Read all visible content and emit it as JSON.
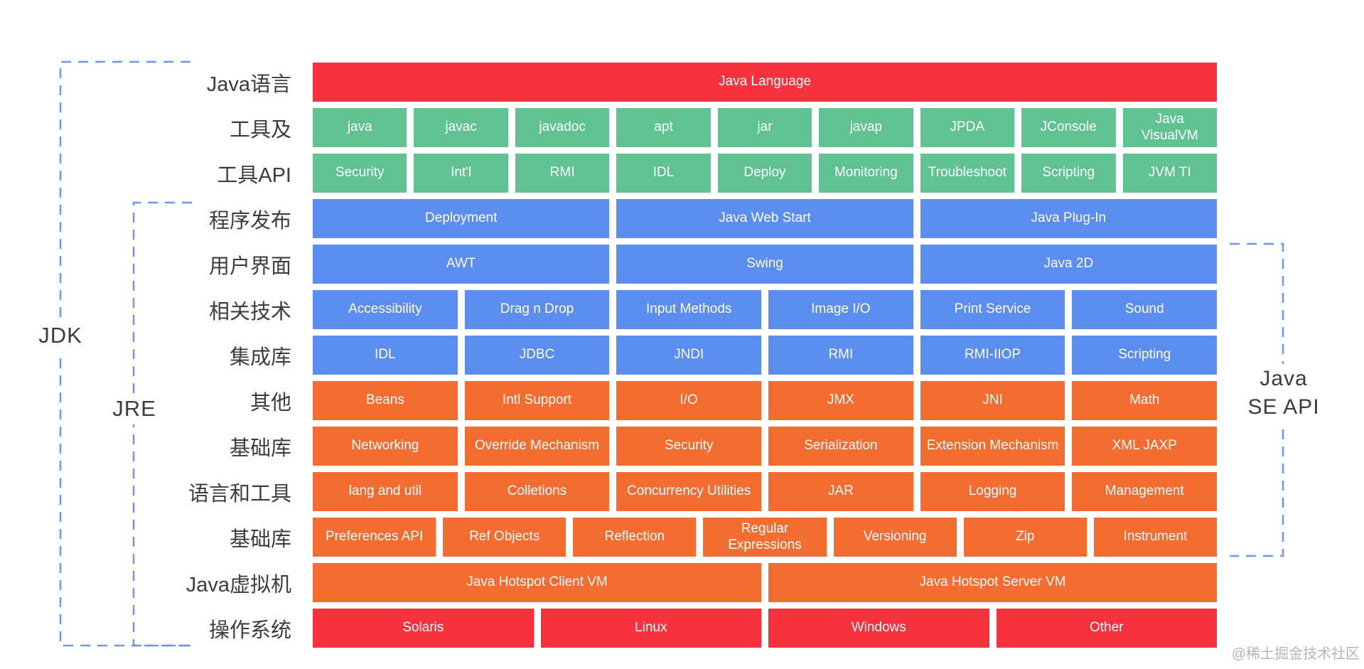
{
  "colors": {
    "red": "#f7323e",
    "green": "#60c291",
    "blue": "#5b8df0",
    "orange": "#f56c31",
    "dash": "#6e96eb",
    "label": "#3d3d3d",
    "watermark": "#b5b5b5"
  },
  "brackets": {
    "jdk_label": "JDK",
    "jre_label": "JRE",
    "java_se_line1": "Java",
    "java_se_line2": "SE API"
  },
  "watermark": "@稀土掘金技术社区",
  "diagram": {
    "rows": [
      {
        "label": "Java语言",
        "color": "red",
        "blocks": [
          "Java Language"
        ]
      },
      {
        "label": "工具及",
        "color": "green",
        "blocks": [
          "java",
          "javac",
          "javadoc",
          "apt",
          "jar",
          "javap",
          "JPDA",
          "JConsole",
          "Java VisualVM"
        ]
      },
      {
        "label": "工具API",
        "color": "green",
        "blocks": [
          "Security",
          "Int'l",
          "RMI",
          "IDL",
          "Deploy",
          "Monitoring",
          "Troubleshoot",
          "Scripting",
          "JVM TI"
        ]
      },
      {
        "label": "程序发布",
        "color": "blue",
        "blocks": [
          "Deployment",
          "Java Web Start",
          "Java Plug-In"
        ]
      },
      {
        "label": "用户界面",
        "color": "blue",
        "blocks": [
          "AWT",
          "Swing",
          "Java 2D"
        ]
      },
      {
        "label": "相关技术",
        "color": "blue",
        "blocks": [
          "Accessibility",
          "Drag n Drop",
          "Input Methods",
          "Image I/O",
          "Print Service",
          "Sound"
        ]
      },
      {
        "label": "集成库",
        "color": "blue",
        "blocks": [
          "IDL",
          "JDBC",
          "JNDI",
          "RMI",
          "RMI-IIOP",
          "Scripting"
        ]
      },
      {
        "label": "其他",
        "color": "orange",
        "blocks": [
          "Beans",
          "Intl Support",
          "I/O",
          "JMX",
          "JNI",
          "Math"
        ]
      },
      {
        "label": "基础库",
        "color": "orange",
        "blocks": [
          "Networking",
          "Override Mechanism",
          "Security",
          "Serialization",
          "Extension Mechanism",
          "XML JAXP"
        ]
      },
      {
        "label": "语言和工具",
        "color": "orange",
        "blocks": [
          "lang and util",
          "Colletions",
          "Concurrency Utilities",
          "JAR",
          "Logging",
          "Management"
        ]
      },
      {
        "label": "基础库",
        "color": "orange",
        "blocks": [
          "Preferences API",
          "Ref Objects",
          "Reflection",
          "Regular Expressions",
          "Versioning",
          "Zip",
          "Instrument"
        ]
      },
      {
        "label": "Java虚拟机",
        "color": "orange",
        "blocks": [
          "Java Hotspot Client VM",
          "Java Hotspot Server VM"
        ]
      },
      {
        "label": "操作系统",
        "color": "red",
        "blocks": [
          "Solaris",
          "Linux",
          "Windows",
          "Other"
        ]
      }
    ]
  }
}
